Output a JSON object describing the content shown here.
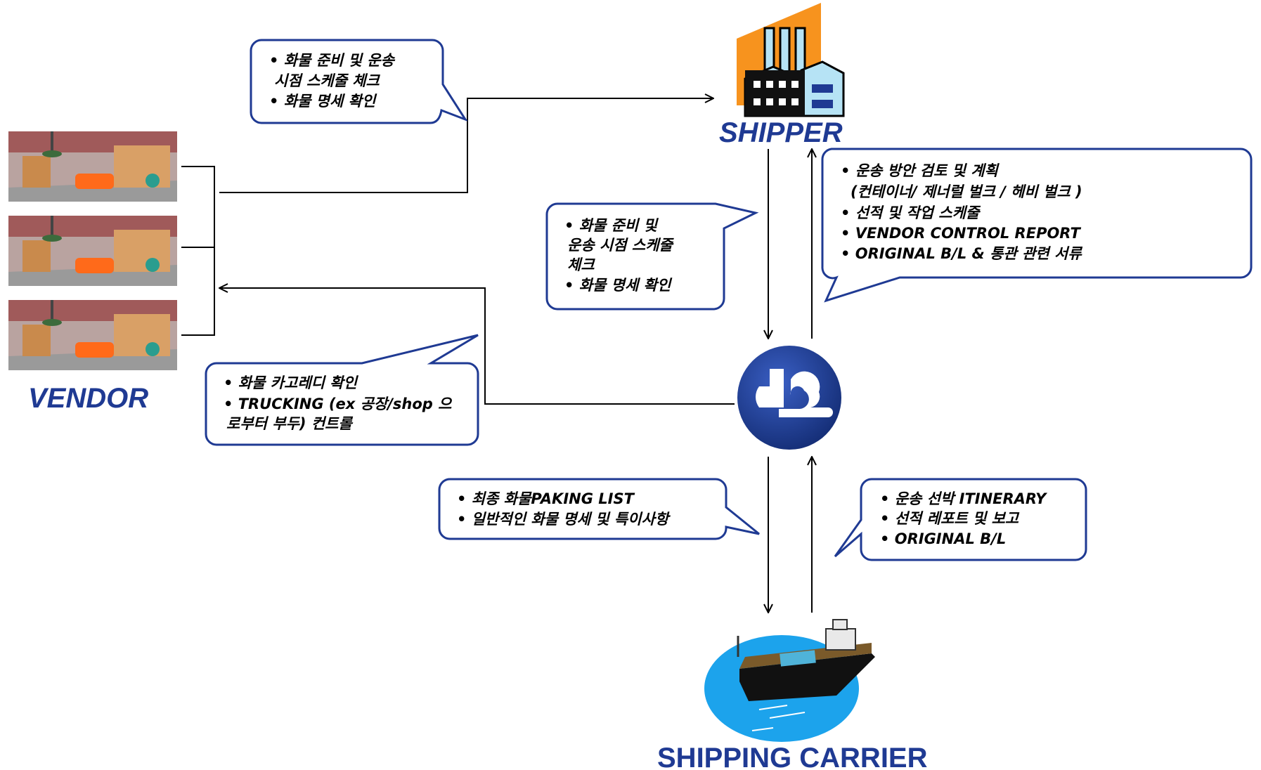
{
  "nodes": {
    "vendor": "VENDOR",
    "shipper": "SHIPPER",
    "carrier": "SHIPPING CARRIER"
  },
  "callouts": {
    "vendor_to_shipper": [
      "• 화물 준비 및 운송",
      "시점 스케줄 체크",
      "• 화물 명세 확인"
    ],
    "shipper_to_hub": [
      "• 화물 준비 및",
      "운송 시점 스케줄",
      "체크",
      "• 화물 명세 확인"
    ],
    "hub_to_shipper": [
      "• 운송 방안 검토 및 계획",
      "(컨테이너/ 제너럴 벌크 / 헤비 벌크 )",
      "• 선적 및 작업 스케줄",
      "• VENDOR CONTROL REPORT",
      "• ORIGINAL B/L & 통관 관련 서류"
    ],
    "hub_to_vendor": [
      "• 화물 카고레디 확인",
      "• TRUCKING (ex 공장/shop 으",
      "로부터 부두) 컨트롤"
    ],
    "hub_to_carrier": [
      "• 최종 화물PAKING LIST",
      "• 일반적인 화물 명세 및 특이사항"
    ],
    "carrier_to_hub": [
      "• 운송 선박 ITINERARY",
      "• 선적 레포트 및 보고",
      "• ORIGINAL B/L"
    ]
  },
  "icons": {
    "shipper": "factory-icon",
    "hub": "company-logo-icon",
    "carrier": "ship-icon",
    "vendor": "warehouse-icon"
  },
  "colors": {
    "label_blue": "#1f3a93",
    "callout_border": "#1f3a93",
    "logo_blue": "#1d3d8f",
    "factory_sky": "#f7931e",
    "sea": "#1ca3ec"
  }
}
